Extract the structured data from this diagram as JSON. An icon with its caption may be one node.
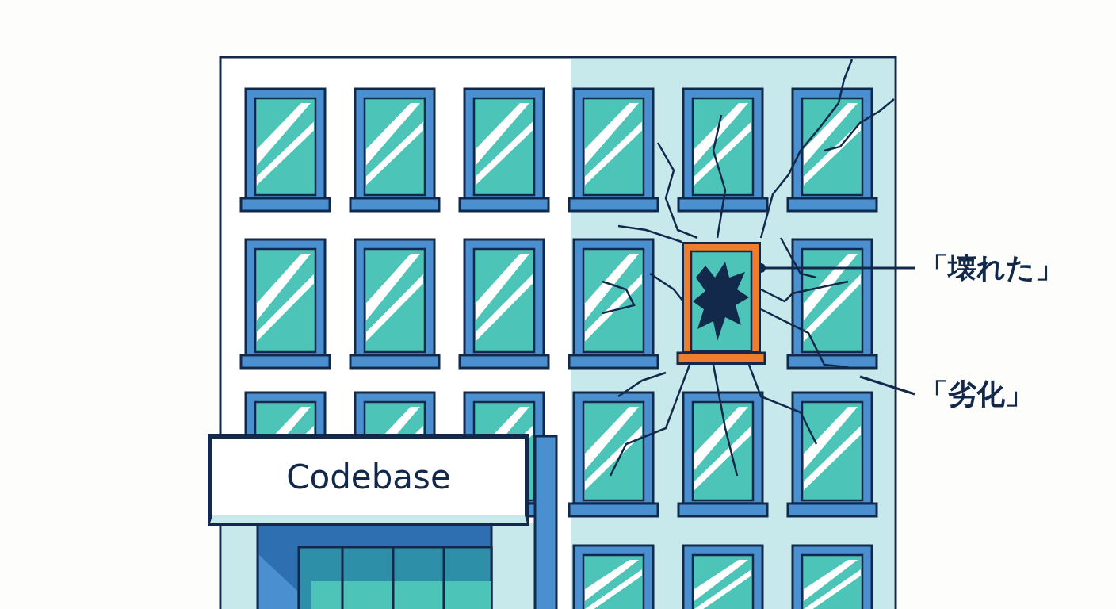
{
  "diagram": {
    "nodes": [
      {
        "text": [
          "Codebase"
        ]
      },
      {
        "text": [
          "「壊れた」"
        ]
      },
      {
        "text": [
          "「劣化」"
        ]
      },
      {
        "text": [],
        "shape": "box"
      }
    ],
    "edges": [
      {
        "from": 1,
        "to": 3,
        "arrow": "other"
      },
      {
        "from": 2,
        "to": null,
        "arrow": "none"
      }
    ]
  }
}
